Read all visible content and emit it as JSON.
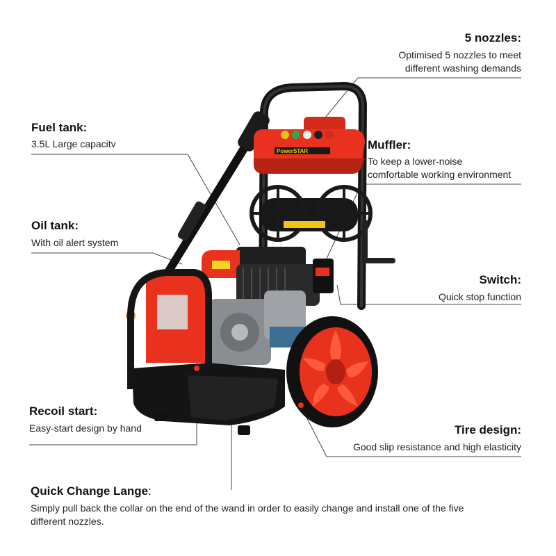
{
  "callouts": {
    "nozzles": {
      "title": "5 nozzles:",
      "desc_line1": "Optimised 5 nozzles to meet",
      "desc_line2": "different washing demands"
    },
    "fuel_tank": {
      "title": "Fuel tank:",
      "desc": "3.5L Large capacitv"
    },
    "muffler": {
      "title": "Muffler:",
      "desc_line1": "To keep a lower-noise",
      "desc_line2": "comfortable working environment"
    },
    "oil_tank": {
      "title": "Oil tank:",
      "desc": "With oil alert system"
    },
    "switch": {
      "title": "Switch:",
      "desc": "Quick stop function"
    },
    "recoil_start": {
      "title": "Recoil start:",
      "desc": "Easy-start design by hand"
    },
    "tire_design": {
      "title": "Tire design:",
      "desc": "Good slip resistance and high elasticity"
    },
    "quick_change": {
      "title": "Quick Change Lange",
      "colon": ":",
      "desc_line1": "Simply pull back the collar on the end of the wand in order to easily change and install one of the five",
      "desc_line2": "different nozzles."
    }
  },
  "product": {
    "brand_label": "PowerSTAR"
  },
  "colors": {
    "accent": "#e8321e",
    "frame": "#151515",
    "line": "#333333"
  }
}
